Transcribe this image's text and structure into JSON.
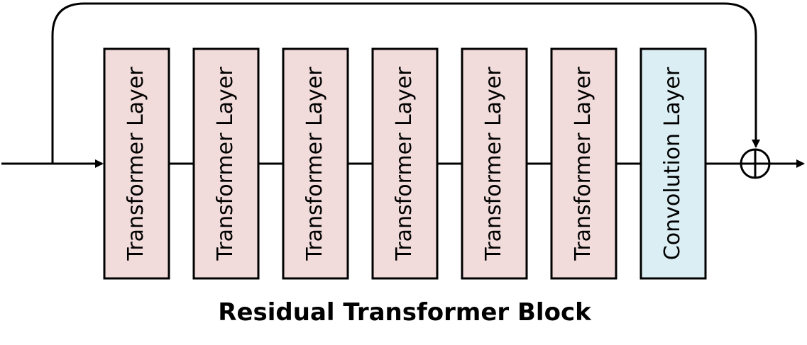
{
  "diagram": {
    "layers": [
      {
        "label": "Transformer Layer",
        "kind": "transformer"
      },
      {
        "label": "Transformer Layer",
        "kind": "transformer"
      },
      {
        "label": "Transformer Layer",
        "kind": "transformer"
      },
      {
        "label": "Transformer Layer",
        "kind": "transformer"
      },
      {
        "label": "Transformer Layer",
        "kind": "transformer"
      },
      {
        "label": "Transformer Layer",
        "kind": "transformer"
      },
      {
        "label": "Convolution Layer",
        "kind": "convolution"
      }
    ],
    "caption": "Residual Transformer Block",
    "colors": {
      "transformer_fill": "#f2dcdb",
      "convolution_fill": "#dbeef4",
      "stroke": "#000000"
    }
  }
}
